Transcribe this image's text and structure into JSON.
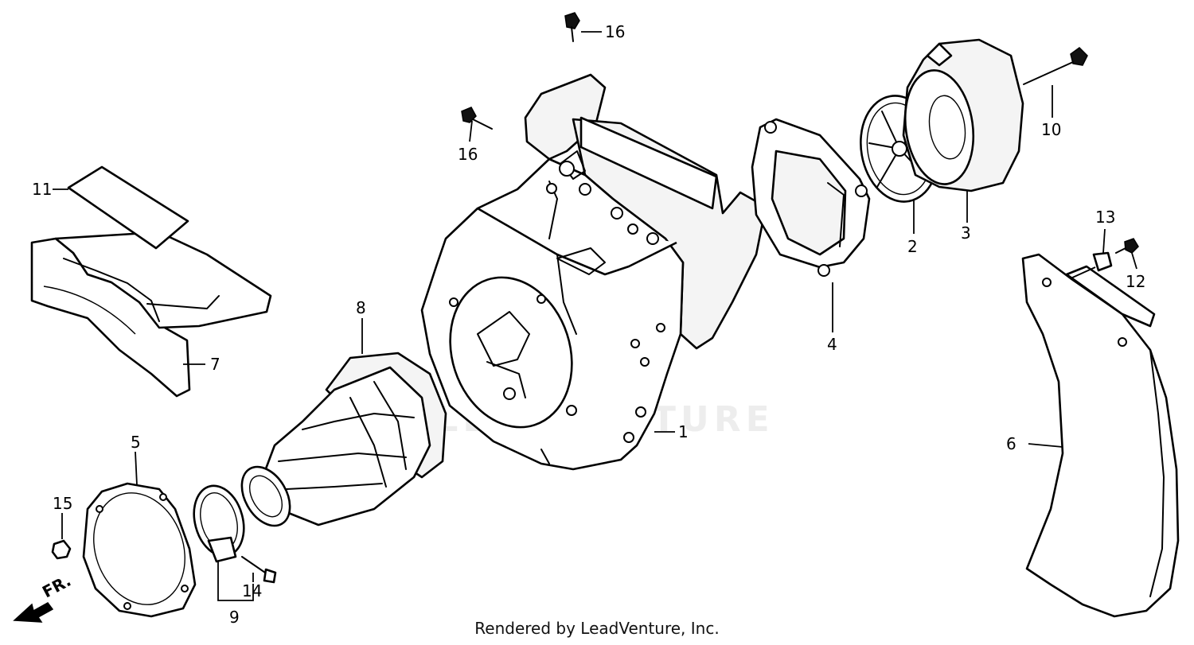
{
  "callouts": {
    "c1": "1",
    "c2": "2",
    "c3": "3",
    "c4": "4",
    "c5": "5",
    "c6": "6",
    "c7": "7",
    "c8": "8",
    "c9": "9",
    "c10": "10",
    "c11": "11",
    "c12": "12",
    "c13": "13",
    "c14": "14",
    "c15": "15",
    "c16a": "16",
    "c16b": "16"
  },
  "direction": {
    "label": "FR."
  },
  "watermark": "LEADVENTURE",
  "footer": {
    "credit": "Rendered by LeadVenture, Inc."
  }
}
